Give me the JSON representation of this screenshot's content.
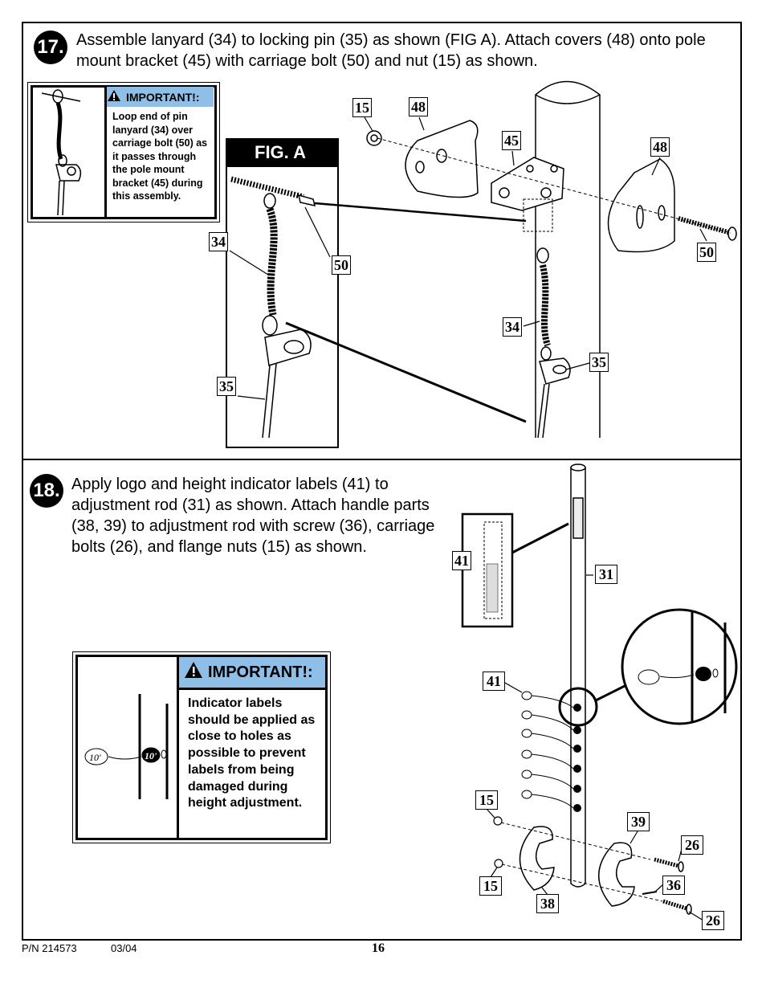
{
  "step17": {
    "number": "17.",
    "text": "Assemble lanyard (34) to locking pin (35) as shown (FIG A). Attach covers (48) onto pole mount bracket (45) with carriage bolt (50) and nut (15) as shown.",
    "important_heading": "IMPORTANT!:",
    "important_text": "Loop end of pin lanyard (34) over carriage bolt (50) as it passes through the pole mount bracket (45) during this assembly.",
    "fig_label": "FIG. A",
    "callouts": [
      "15",
      "48",
      "45",
      "48",
      "34",
      "50",
      "50",
      "34",
      "35",
      "35"
    ]
  },
  "step18": {
    "number": "18.",
    "text": "Apply logo and height indicator labels (41) to adjustment rod (31) as shown.  Attach handle parts (38, 39) to adjustment rod with screw (36), carriage bolts (26), and flange nuts (15) as shown.",
    "important_heading": "IMPORTANT!:",
    "important_text": "Indicator labels should be applied as close to holes as possible to prevent labels from being damaged during height adjustment.",
    "label_sample": "10'",
    "callouts": [
      "41",
      "31",
      "41",
      "15",
      "39",
      "26",
      "36",
      "15",
      "38",
      "26"
    ]
  },
  "footer": {
    "part_number": "P/N 214573",
    "date": "03/04",
    "page": "16"
  }
}
